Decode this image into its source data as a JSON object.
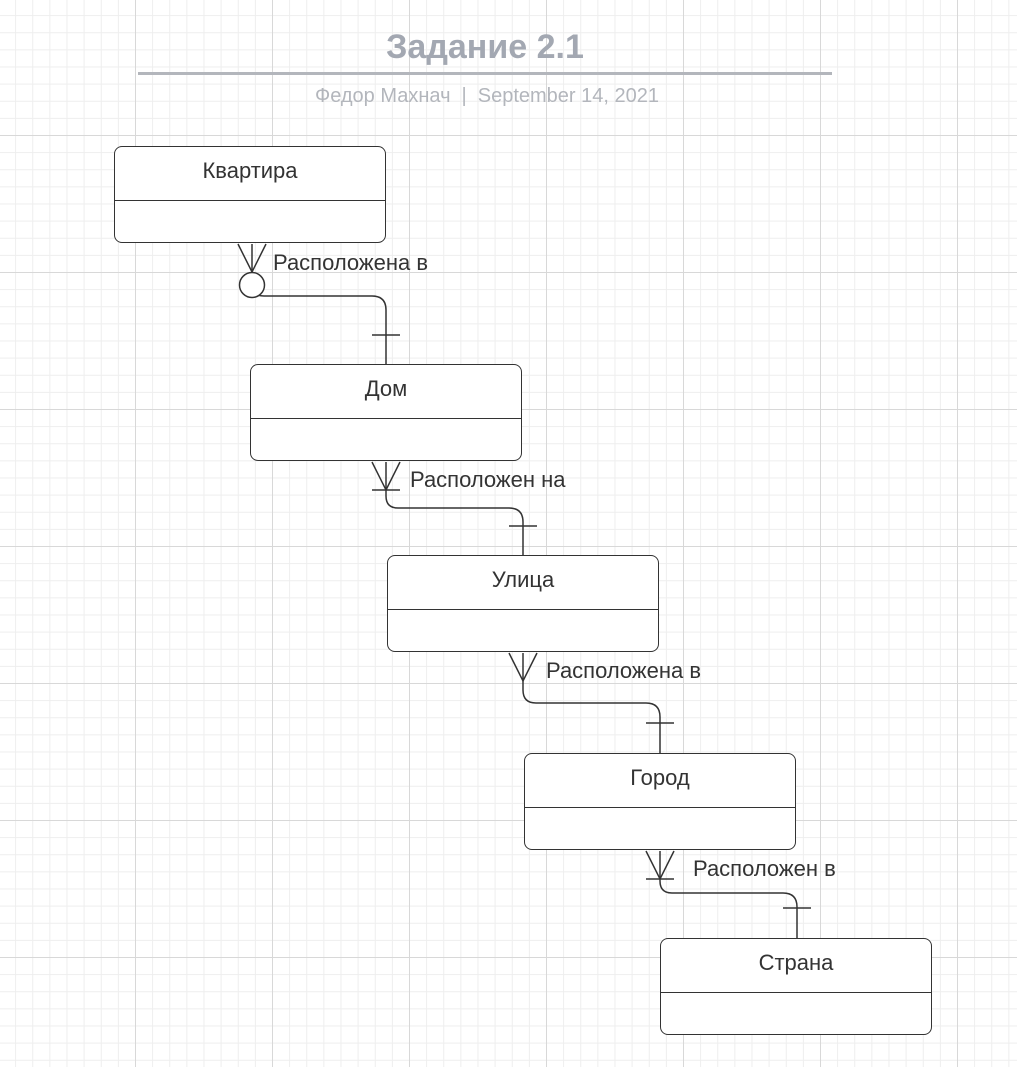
{
  "header": {
    "title": "Задание 2.1",
    "author": "Федор Махнач",
    "separator": "|",
    "date": "September 14, 2021"
  },
  "entities": [
    {
      "name": "Квартира"
    },
    {
      "name": "Дом"
    },
    {
      "name": "Улица"
    },
    {
      "name": "Город"
    },
    {
      "name": "Страна"
    }
  ],
  "relationships": [
    {
      "label": "Расположена в"
    },
    {
      "label": "Расположен на"
    },
    {
      "label": "Расположена в"
    },
    {
      "label": "Расположен в"
    }
  ]
}
